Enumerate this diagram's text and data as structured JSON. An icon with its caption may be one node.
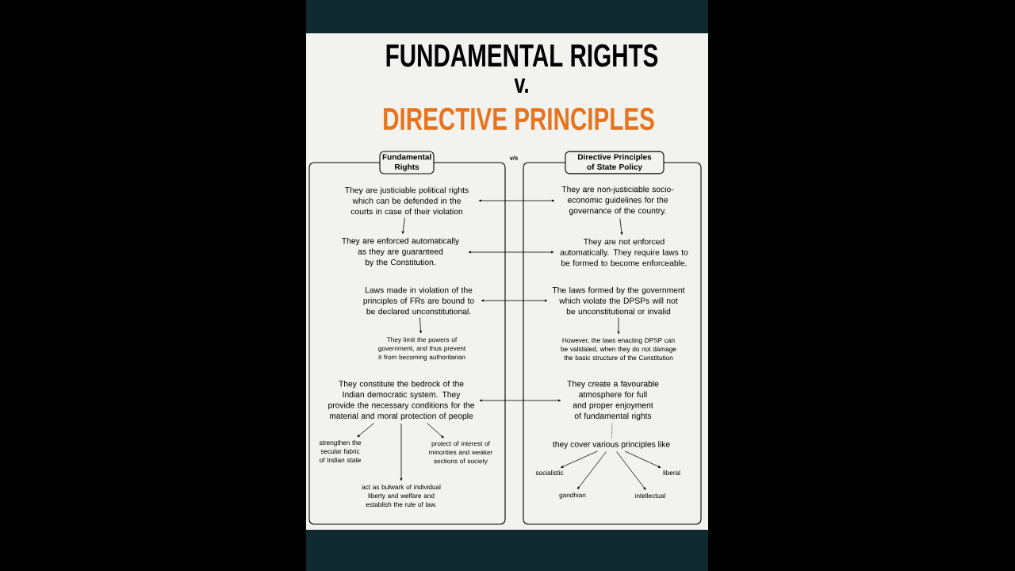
{
  "diagram": {
    "title": "FUNDAMENTAL RIGHTS",
    "nodes": [
      {
        "text": [
          "Fundamental Rights"
        ]
      },
      {
        "text": [
          "Directive Principles of State Policy"
        ]
      },
      {
        "text": [
          "They are justiciable political rights which can be defended in the courts in case of their violation"
        ],
        "in": 0
      },
      {
        "text": [
          "They are enforced automatically as they are guaranteed by the Constitution."
        ],
        "in": 0
      },
      {
        "text": [
          "Laws made in violation of the principles of FRs are bound to be declared unconstitutional."
        ],
        "in": 0
      },
      {
        "text": [
          "They limit the powers of government, and thus prevent it from becoming authoritarian"
        ],
        "in": 0
      },
      {
        "text": [
          "They constitute the bedrock of the Indian democratic system. They provide the necessary conditions for the material and moral protection of people"
        ],
        "in": 0
      },
      {
        "text": [
          "strengthen the secular fabric of Indian state"
        ],
        "in": 0
      },
      {
        "text": [
          "protect of interest of minorities and weaker sections of society"
        ],
        "in": 0
      },
      {
        "text": [
          "act as bulwark of individual liberty and welfare and establish the rule of law."
        ],
        "in": 0
      },
      {
        "text": [
          "They are non-justiciable socio-economic guidelines for the governance of the country."
        ],
        "in": 1
      },
      {
        "text": [
          "They are not enforced automatically. They require laws to be formed to become enforceable."
        ],
        "in": 1
      },
      {
        "text": [
          "The laws formed by the government which violate the DPSPs will not be unconstitutional or invalid"
        ],
        "in": 1
      },
      {
        "text": [
          "However, the laws enacting DPSP can be validated, when they do not damage the basic structure of the Constitution"
        ],
        "in": 1
      },
      {
        "text": [
          "They create a favourable atmosphere for full and proper enjoyment of fundamental rights"
        ],
        "in": 1
      },
      {
        "text": [
          "they cover various principles like"
        ],
        "in": 1
      },
      {
        "text": [
          "socialistic"
        ],
        "in": 1
      },
      {
        "text": [
          "liberal"
        ],
        "in": 1
      },
      {
        "text": [
          "gandhian"
        ],
        "in": 1
      },
      {
        "text": [
          "intellectual"
        ],
        "in": 1
      }
    ],
    "edges": [
      {
        "from": 2,
        "to": 10,
        "arrow": "both"
      },
      {
        "from": 3,
        "to": 11,
        "arrow": "both"
      },
      {
        "from": 4,
        "to": 12,
        "arrow": "both"
      },
      {
        "from": 6,
        "to": 14,
        "arrow": "both"
      },
      {
        "from": 2,
        "to": 3,
        "arrow": "to"
      },
      {
        "from": 4,
        "to": 5,
        "arrow": "to"
      },
      {
        "from": 6,
        "to": 7,
        "arrow": "to"
      },
      {
        "from": 6,
        "to": 8,
        "arrow": "to"
      },
      {
        "from": 6,
        "to": 9,
        "arrow": "to"
      },
      {
        "from": 10,
        "to": 11,
        "arrow": "to"
      },
      {
        "from": 12,
        "to": 13,
        "arrow": "to"
      },
      {
        "from": 14,
        "to": 15,
        "arrow": "none",
        "style": "dashed"
      },
      {
        "from": 15,
        "to": 16,
        "arrow": "to"
      },
      {
        "from": 15,
        "to": 17,
        "arrow": "to"
      },
      {
        "from": 15,
        "to": 18,
        "arrow": "to"
      },
      {
        "from": 15,
        "to": 19,
        "arrow": "to"
      }
    ],
    "labels": [
      "v.",
      "DIRECTIVE PRINCIPLES",
      "v/s"
    ]
  }
}
